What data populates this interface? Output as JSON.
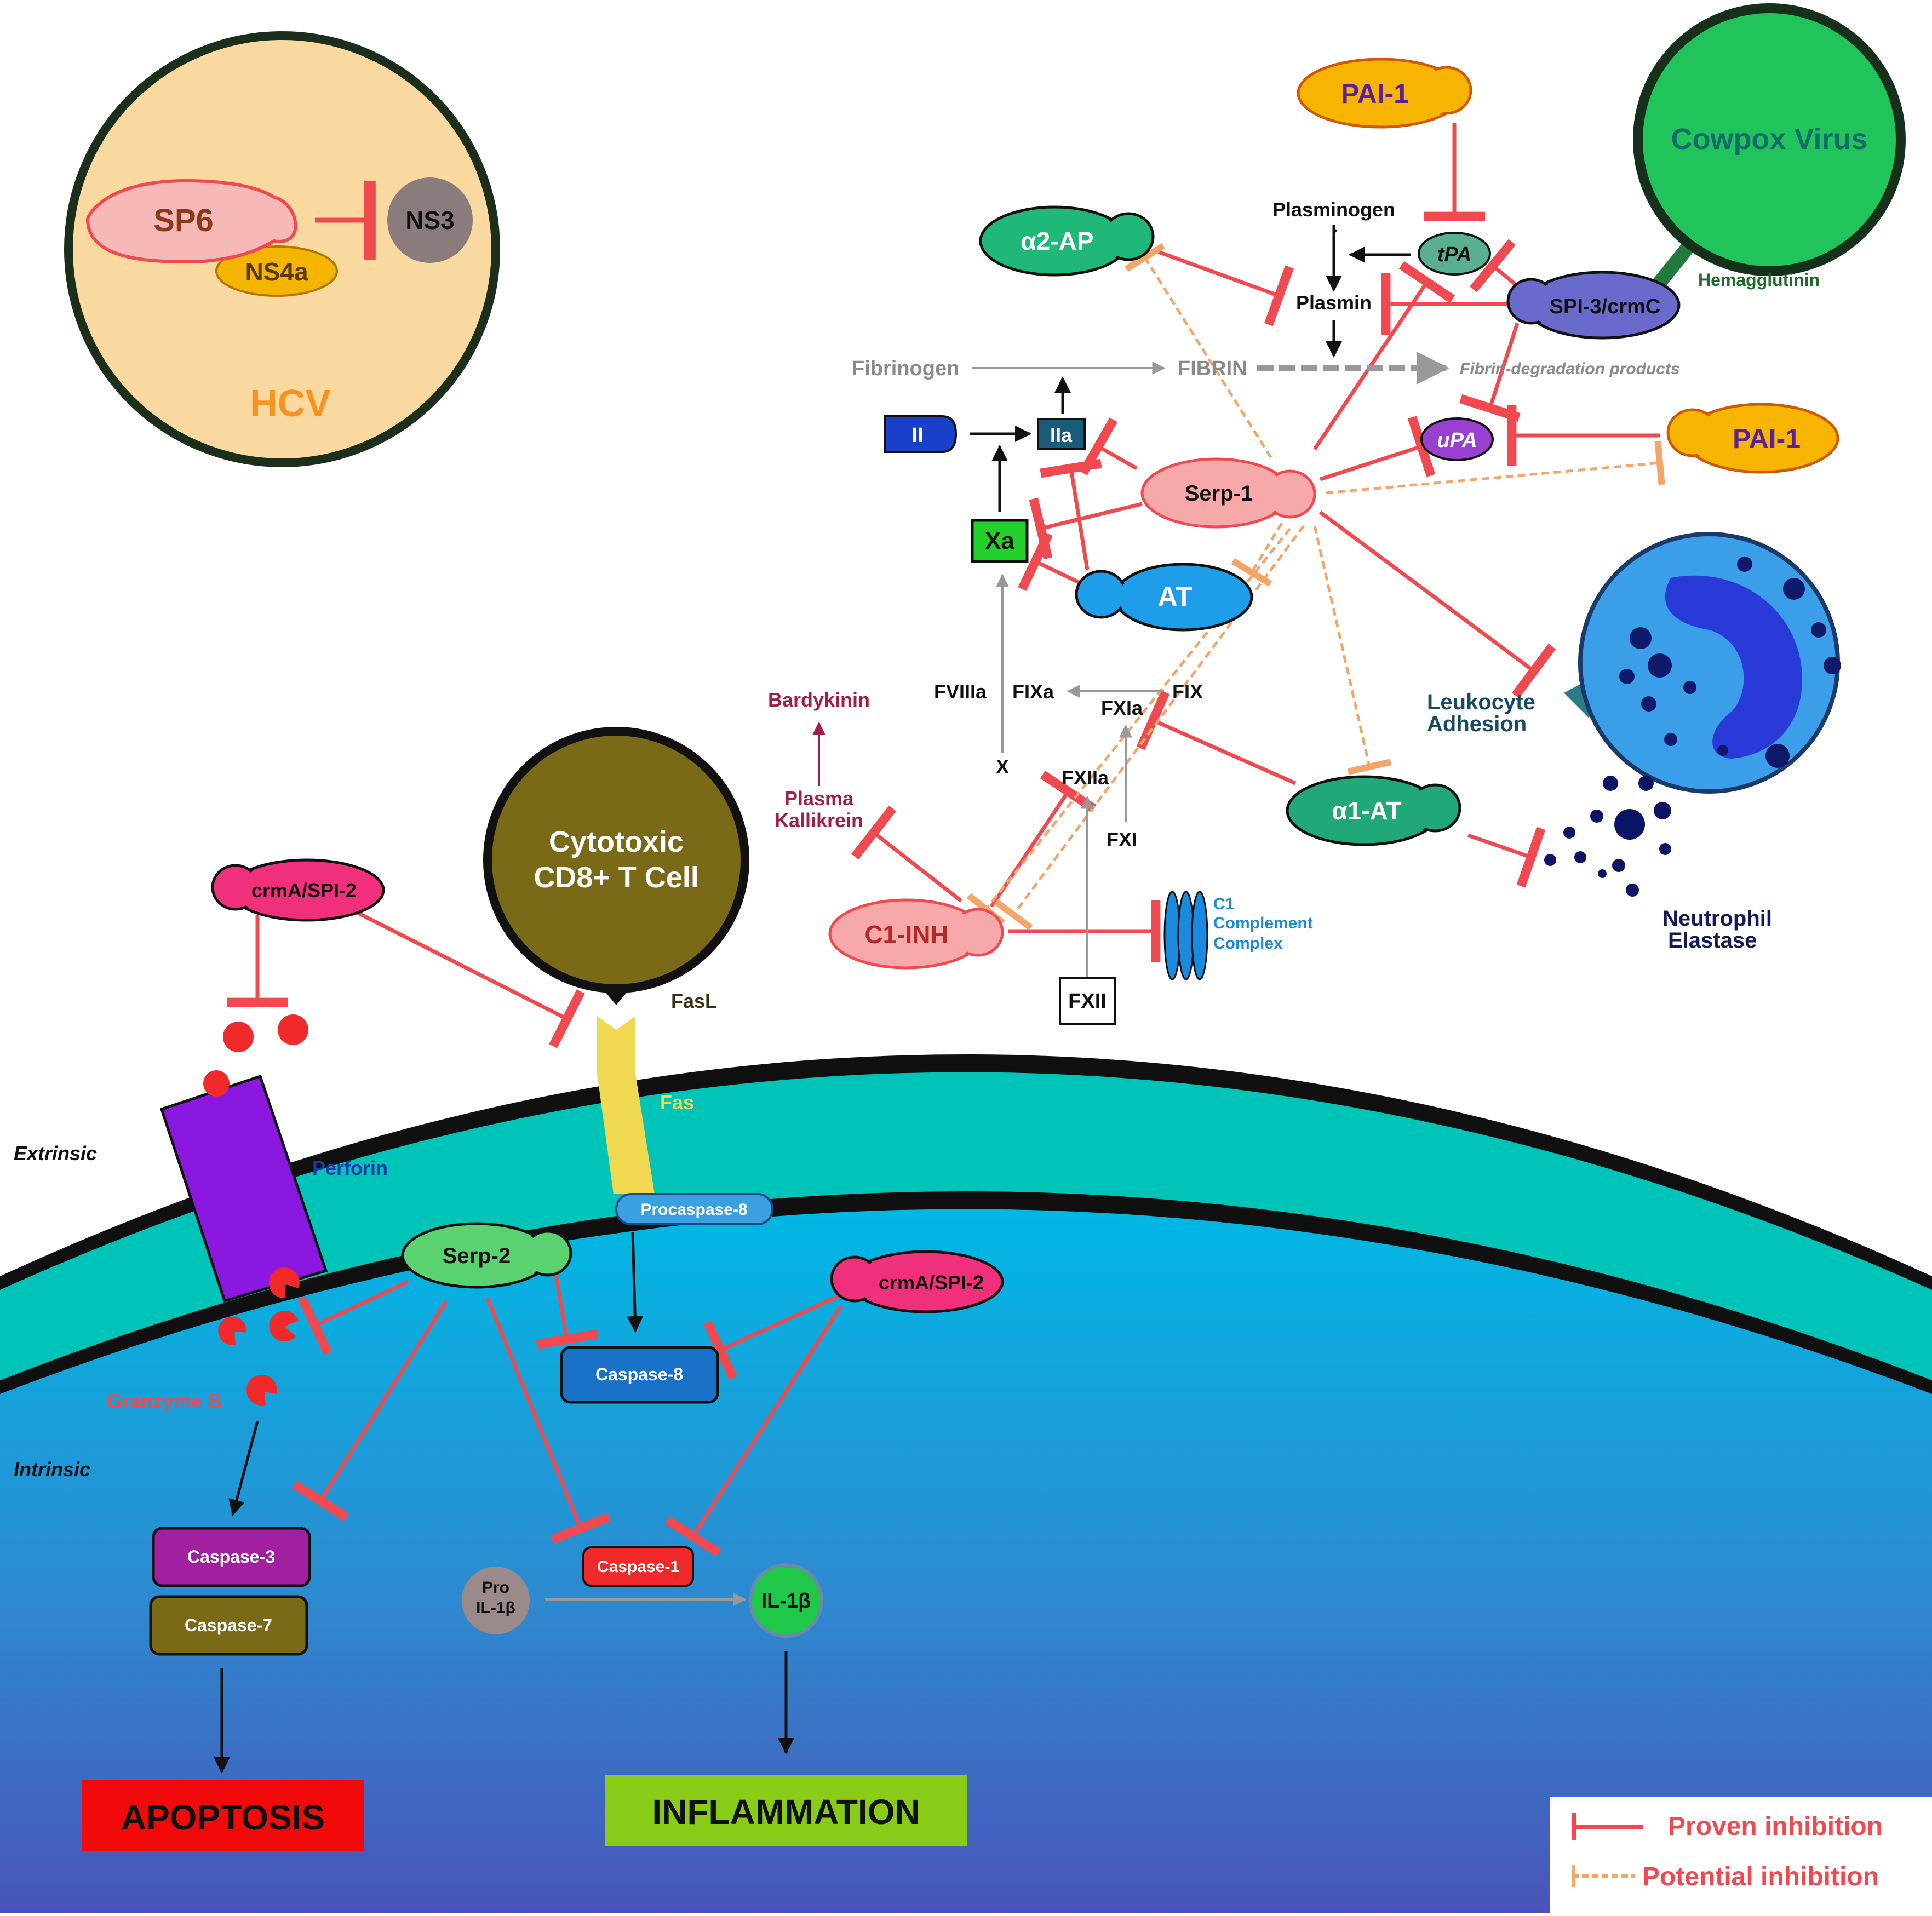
{
  "hcv": {
    "label": "HCV",
    "sp6": "SP6",
    "ns3": "NS3",
    "ns4a": "NS4a"
  },
  "cowpox": {
    "label": "Cowpox Virus",
    "hemagglutinin": "Hemagglutinin"
  },
  "tcell": {
    "line1": "Cytotoxic",
    "line2": "CD8+ T Cell",
    "fasl": "FasL",
    "fas": "Fas"
  },
  "serpins": {
    "pai1_top": "PAI-1",
    "pai1_right": "PAI-1",
    "a2ap": "α2-AP",
    "spi3": "SPI-3/crmC",
    "serp1": "Serp-1",
    "at": "AT",
    "a1at": "α1-AT",
    "c1inh": "C1-INH",
    "crma_top": "crmA/SPI-2",
    "crma_right": "crmA/SPI-2",
    "serp2": "Serp-2"
  },
  "coag": {
    "plasminogen": "Plasminogen",
    "plasmin": "Plasmin",
    "tpa": "tPA",
    "upa": "uPA",
    "fibrinogen": "Fibrinogen",
    "fibrin": "FIBRIN",
    "fdp": "Fibrin-degradation products",
    "ii": "II",
    "iia": "IIa",
    "xa": "Xa",
    "x": "X",
    "fviiia": "FVIIIa",
    "fixa": "FIXa",
    "fix": "FIX",
    "fxia": "FXIa",
    "fxi": "FXI",
    "fxiia": "FXIIa",
    "fxii": "FXII",
    "bardykinin": "Bardykinin",
    "kallikrein1": "Plasma",
    "kallikrein2": "Kallikrein",
    "complement1": "C1",
    "complement2": "Complement",
    "complement3": "Complex"
  },
  "leukocyte": {
    "line1": "Leukocyte",
    "line2": "Adhesion"
  },
  "elastase": {
    "line1": "Neutrophil",
    "line2": "Elastase"
  },
  "cell": {
    "extrinsic": "Extrinsic",
    "intrinsic": "Intrinsic",
    "perforin": "Perforin",
    "granzyme": "Granzyme B",
    "procaspase8": "Procaspase-8",
    "caspase8": "Caspase-8",
    "caspase3": "Caspase-3",
    "caspase7": "Caspase-7",
    "caspase1": "Caspase-1",
    "proil_1": "Pro",
    "proil_2": "IL-1β",
    "il1b": "IL-1β",
    "apoptosis": "APOPTOSIS",
    "inflammation": "INFLAMMATION"
  },
  "legend": {
    "proven": "Proven inhibition",
    "potential": "Potential inhibition"
  },
  "colors": {
    "inhibit": "#f0494f",
    "potential": "#f4a66a",
    "membrane": "#00c4b8",
    "cytoplasm_top": "#00b4e0",
    "cytoplasm_bottom": "#4650b8"
  }
}
